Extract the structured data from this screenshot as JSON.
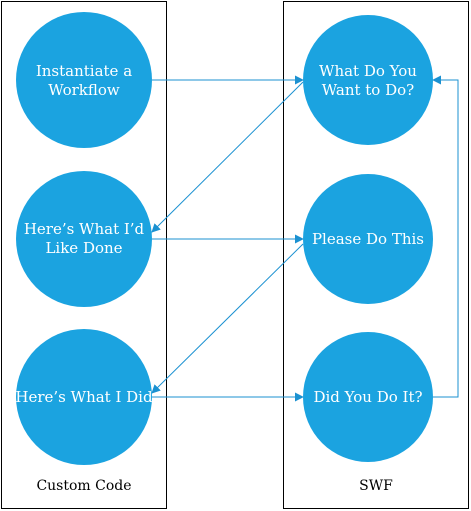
{
  "colors": {
    "node_fill": "#1ba3e0",
    "arrow": "#1b91d1",
    "panel_border": "#000000",
    "background": "#ffffff"
  },
  "panels": {
    "left": {
      "caption": "Custom Code"
    },
    "right": {
      "caption": "SWF"
    }
  },
  "nodes": {
    "instantiate": {
      "lines": [
        "Instantiate a",
        "Workflow"
      ]
    },
    "what_do_you_want": {
      "lines": [
        "What Do You",
        "Want to Do?"
      ]
    },
    "heres_what_id_like": {
      "lines": [
        "Here’s What I’d",
        "Like Done"
      ]
    },
    "please_do_this": {
      "lines": [
        "Please Do This"
      ]
    },
    "heres_what_i_did": {
      "lines": [
        "Here’s What I Did"
      ]
    },
    "did_you_do_it": {
      "lines": [
        "Did You Do It?"
      ]
    }
  },
  "flow": [
    {
      "from": "instantiate",
      "to": "what_do_you_want"
    },
    {
      "from": "what_do_you_want",
      "to": "heres_what_id_like"
    },
    {
      "from": "heres_what_id_like",
      "to": "please_do_this"
    },
    {
      "from": "please_do_this",
      "to": "heres_what_i_did"
    },
    {
      "from": "heres_what_i_did",
      "to": "did_you_do_it"
    },
    {
      "from": "did_you_do_it",
      "to": "what_do_you_want"
    }
  ]
}
